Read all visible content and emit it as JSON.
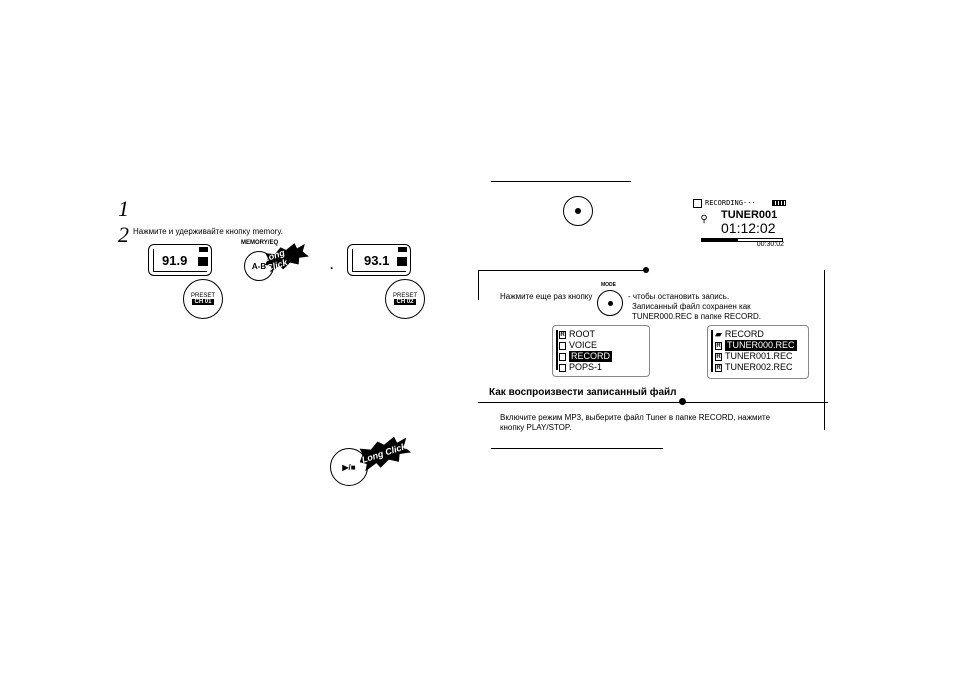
{
  "left": {
    "step1": "1",
    "step2": "2",
    "step2_text": "Нажмите и удерживайте кнопку memory.",
    "lcd1_freq": "91.9",
    "lcd1_preset": "PRESET",
    "lcd1_channel": "CH 01",
    "lcd2_freq": "93.1",
    "lcd2_preset": "PRESET",
    "lcd2_channel": "CH 02",
    "memory_label": "MEMORY/EQ",
    "ab_label": "A-B",
    "long_click_1": "Long Click",
    "long_click_2": "Long Click",
    "playstop_label": "▶/■",
    "dot": "."
  },
  "right": {
    "recording_label": "RECORDING···",
    "tuner_title": "TUNER001",
    "elapsed": "01:12:02",
    "remaining": "00:30:02",
    "instruction_prefix": "Нажмите еще раз кнопку",
    "mode_label": "MODE",
    "instruction_line1": "- чтобы остановить запись.",
    "instruction_line2": "Записанный файл сохранен как",
    "instruction_line3": "TUNER000.REC в папке RECORD.",
    "folder_list": [
      "ROOT",
      "VOICE",
      "RECORD",
      "POPS-1"
    ],
    "folder_selected_index": 2,
    "record_folder": "RECORD",
    "file_list": [
      "TUNER000.REC",
      "TUNER001.REC",
      "TUNER002.REC"
    ],
    "file_selected_index": 0,
    "section_heading": "Как воспроизвести записанный файл",
    "play_line1": "Включите режим MP3, выберите файл Tuner в папке RECORD, нажмите",
    "play_line2": "кнопку PLAY/STOP."
  }
}
